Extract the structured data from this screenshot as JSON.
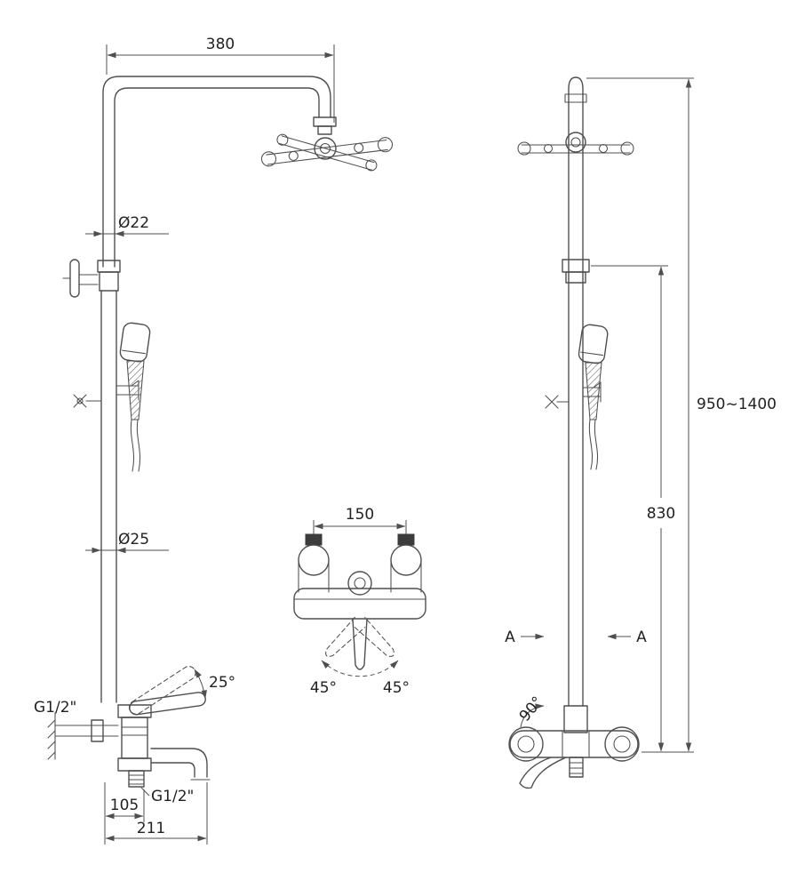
{
  "drawing": {
    "type": "technical-dimension-drawing",
    "subject": "wall-mounted shower column with hand shower and tub spout",
    "line_color": "#4f4f4f",
    "background_color": "#ffffff"
  },
  "labels": {
    "front_view": {
      "top_width": "380",
      "upper_pipe_diameter": "Ø22",
      "lower_pipe_diameter": "Ø25",
      "handle_angle": "25°",
      "inlet_thread": "G1/2\"",
      "outlet_thread": "G1/2\"",
      "spout_offset": "105",
      "spout_reach": "211"
    },
    "detail_view": {
      "inlet_spacing": "150",
      "swing_left": "45°",
      "swing_right": "45°"
    },
    "side_view": {
      "overall_height": "950~1400",
      "lower_height": "830",
      "spout_swivel": "90°",
      "section_left": "A",
      "section_right": "A"
    }
  }
}
